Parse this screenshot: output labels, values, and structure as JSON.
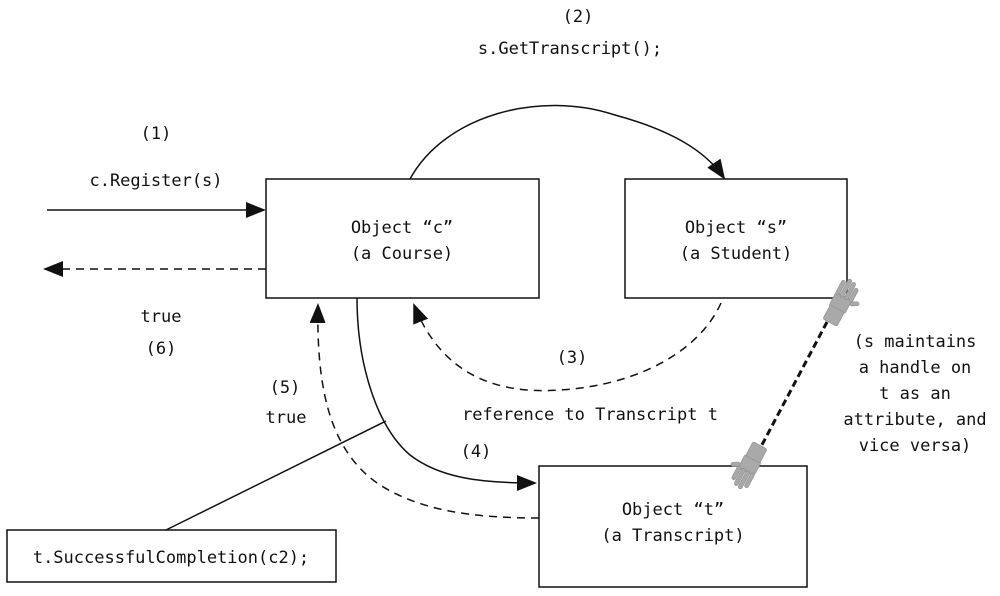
{
  "objects": {
    "c": {
      "line1": "Object “c”",
      "line2": "(a Course)"
    },
    "s": {
      "line1": "Object “s”",
      "line2": "(a Student)"
    },
    "t": {
      "line1": "Object “t”",
      "line2": "(a Transcript)"
    }
  },
  "messages": {
    "m1": {
      "step": "(1)",
      "text": "c.Register(s)"
    },
    "m2": {
      "step": "(2)",
      "text": "s.GetTranscript();"
    },
    "m3": {
      "step": "(3)",
      "text": "reference to Transcript t"
    },
    "m4": {
      "step": "(4)"
    },
    "m5": {
      "step": "(5)",
      "text": "true"
    },
    "m6": {
      "step": "(6)",
      "text": "true"
    }
  },
  "callout": {
    "text": "t.SuccessfulCompletion(c2);"
  },
  "note": {
    "lines": [
      "(s maintains",
      "a handle on",
      "t as an",
      "attribute, and",
      "vice versa)"
    ]
  },
  "icons": {
    "handle": "hand-icon"
  },
  "colors": {
    "stroke": "#111111",
    "hand": "#a9a9a9"
  }
}
